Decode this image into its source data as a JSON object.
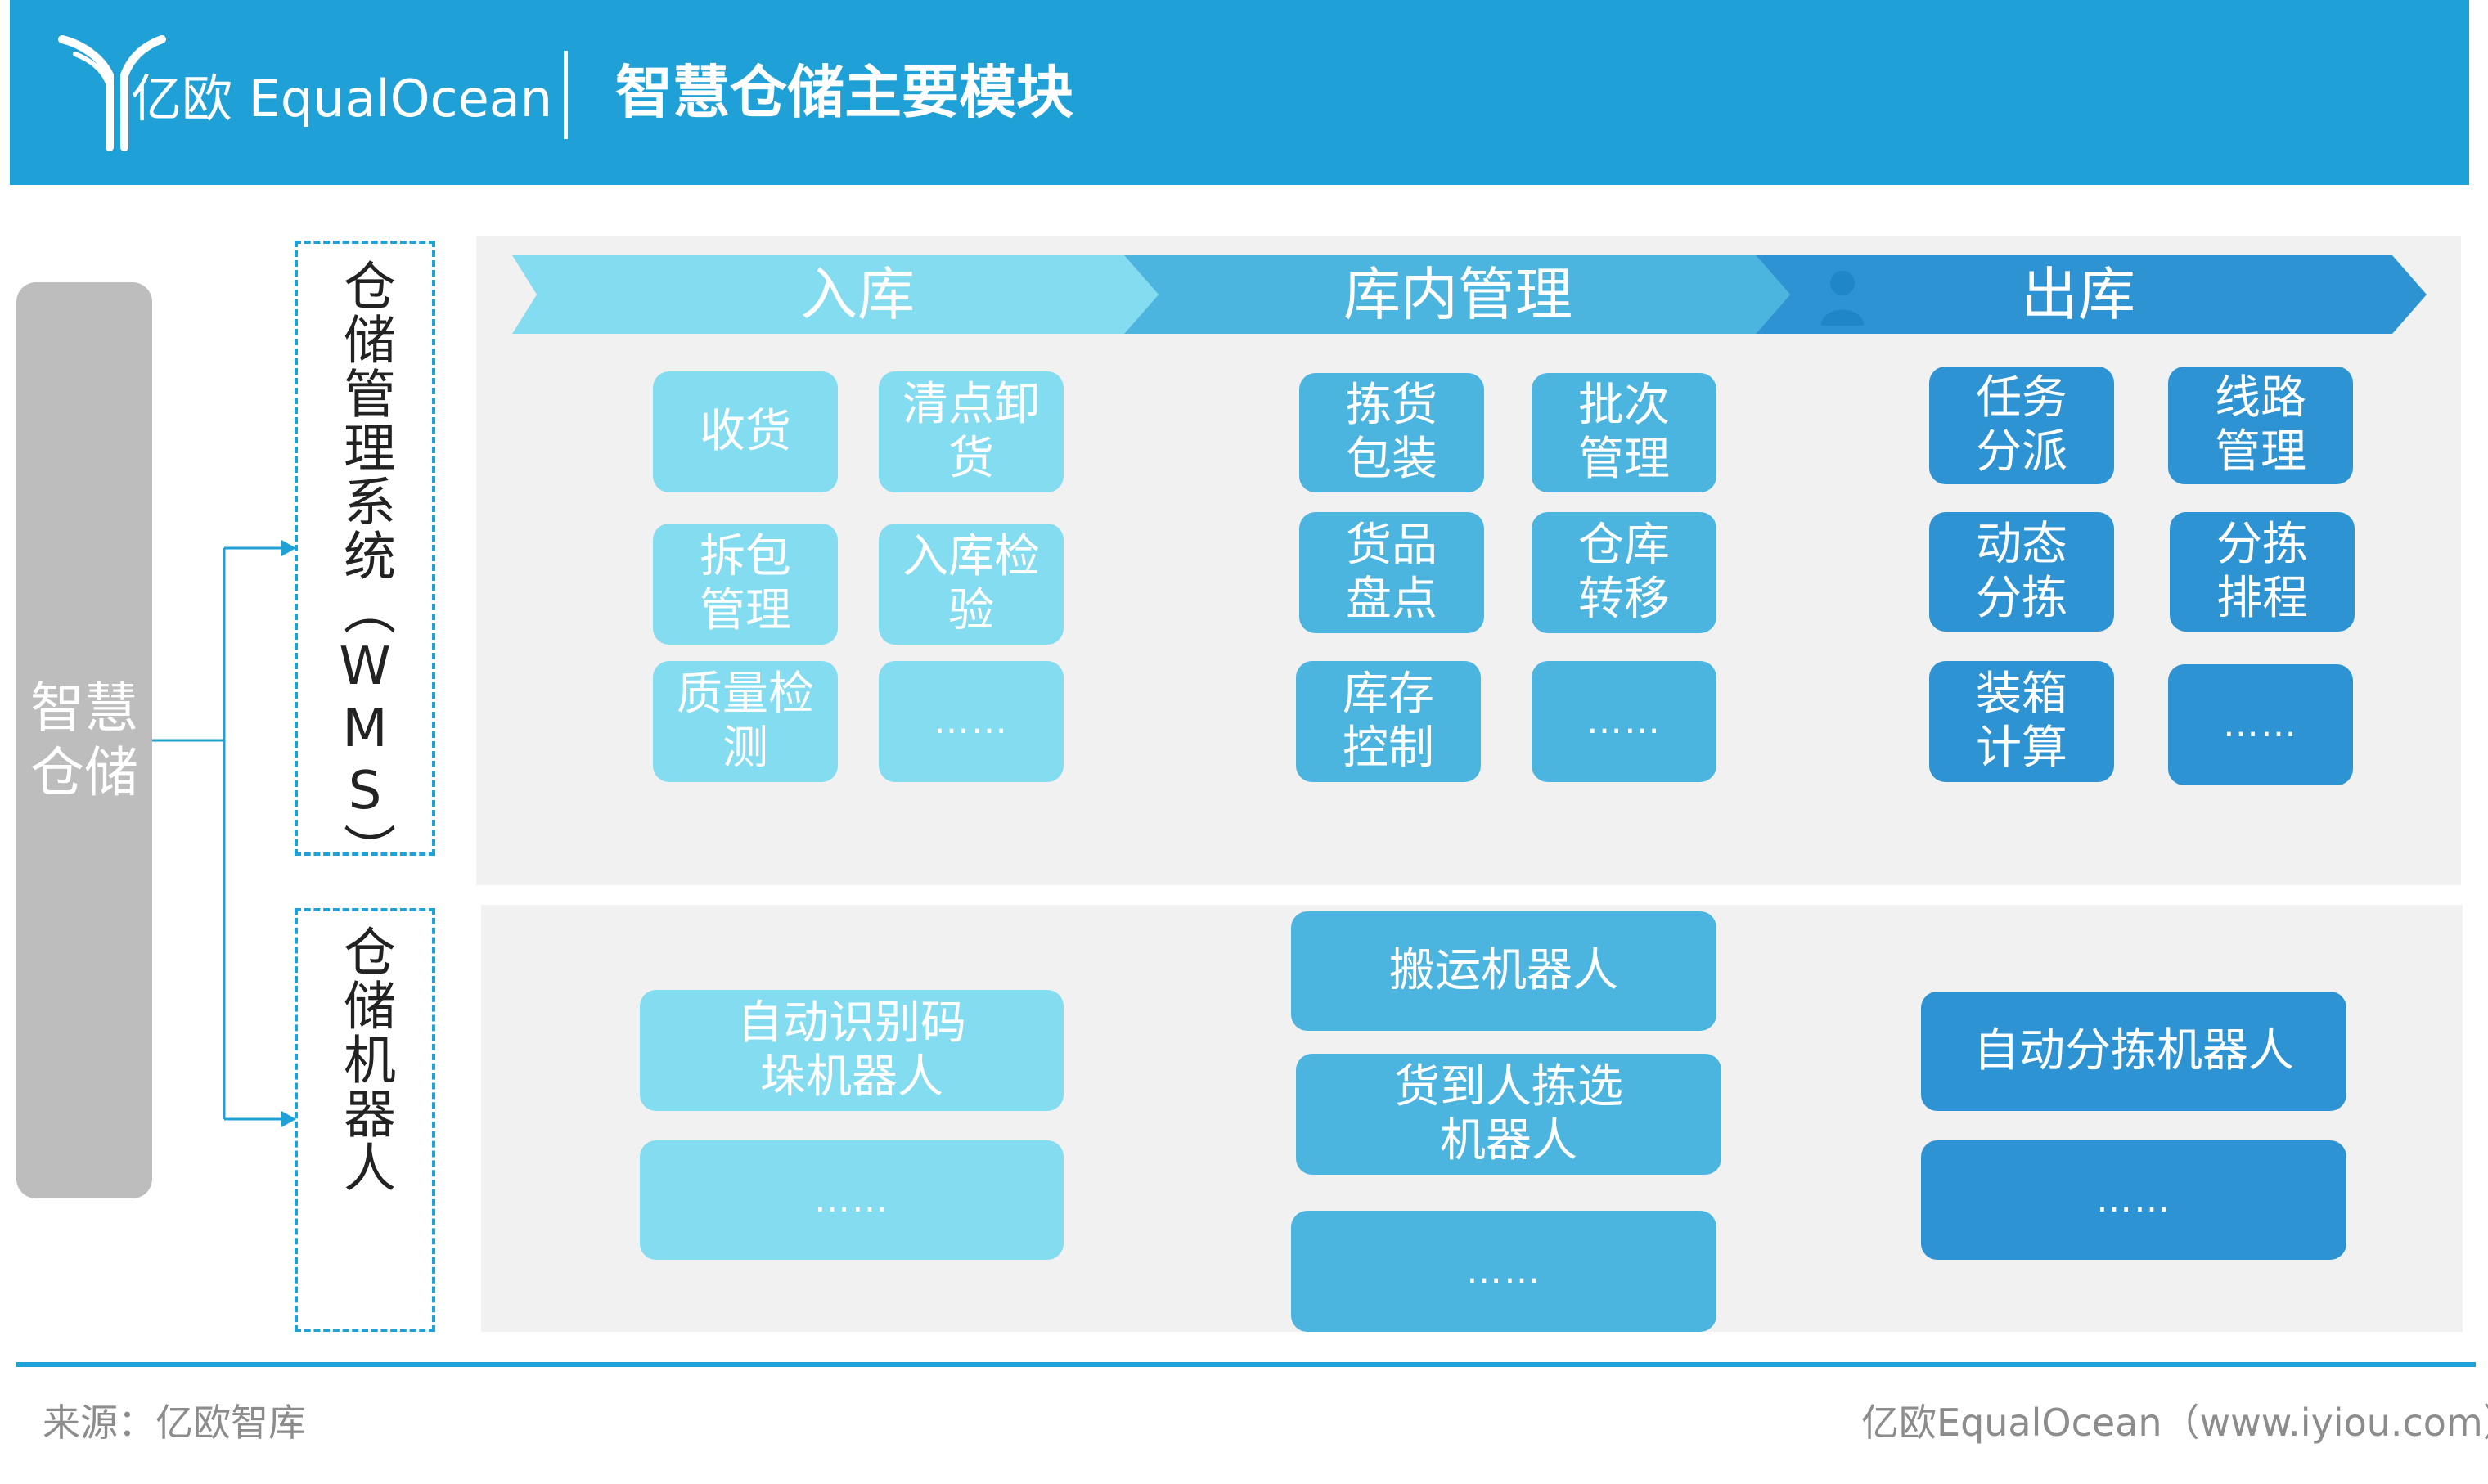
{
  "header": {
    "brand": "亿欧 EqualOcean",
    "title": "智慧仓储主要模块"
  },
  "root": {
    "label": "智慧仓储"
  },
  "wms_label": "仓储管理系统（WMS）",
  "robot_label": "仓储机器人",
  "phases": [
    "入库",
    "库内管理",
    "出库"
  ],
  "wms_modules": {
    "inbound": [
      "收货",
      "清点卸货",
      "拆包管理",
      "入库检验",
      "质量检测",
      "……"
    ],
    "internal": [
      "拣货包装",
      "批次管理",
      "货品盘点",
      "仓库转移",
      "库存控制",
      "……"
    ],
    "outbound": [
      "任务分派",
      "线路管理",
      "动态分拣",
      "分拣排程",
      "装箱计算",
      "……"
    ]
  },
  "robots": {
    "inbound": [
      "自动识别码垛机器人",
      "……"
    ],
    "internal": [
      "搬运机器人",
      "货到人拣选机器人",
      "……"
    ],
    "outbound": [
      "自动分拣机器人",
      "……"
    ]
  },
  "footer": {
    "source": "来源：亿欧智库",
    "site": "亿欧EqualOcean（www.iyiou.com）"
  },
  "colors": {
    "header_bg": "#1fa0d6",
    "inbound": "#84dcf1",
    "internal": "#4bb5df",
    "outbound": "#2d93d3",
    "root": "#bdbdbd",
    "panel": "#f1f1f2"
  }
}
